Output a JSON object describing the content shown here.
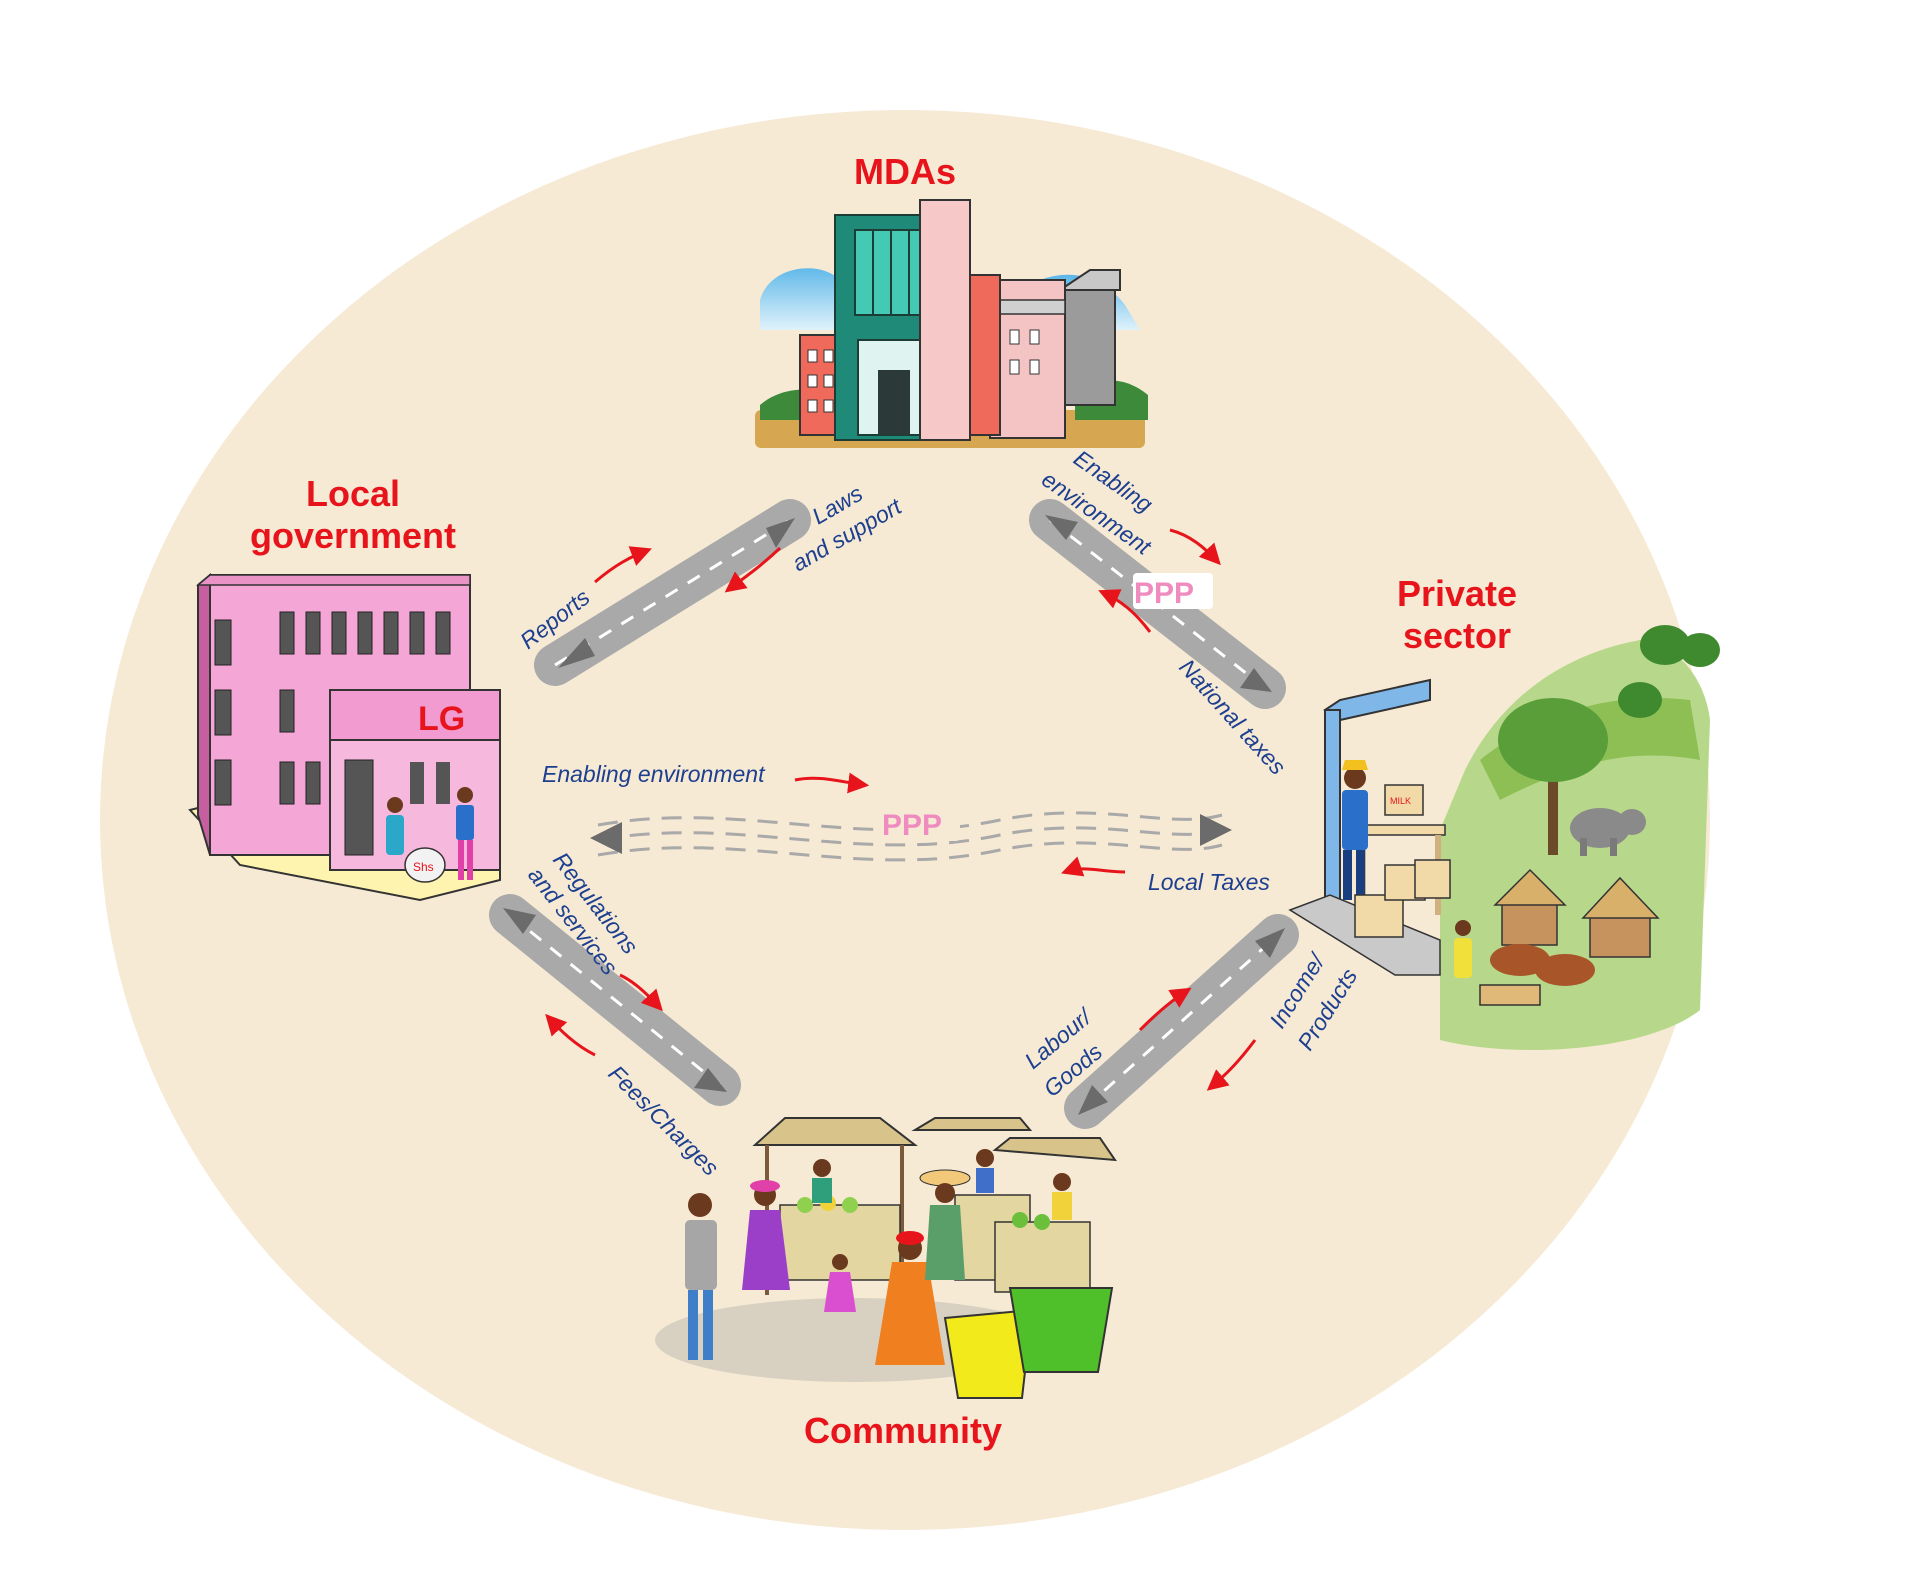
{
  "nodes": {
    "mdas": "MDAs",
    "local_government_line1": "Local",
    "local_government_line2": "government",
    "private_sector_line1": "Private",
    "private_sector_line2": "sector",
    "community": "Community"
  },
  "flows": {
    "laws_line1": "Laws",
    "laws_line2": "and support",
    "reports": "Reports",
    "enabling_top_line1": "Enabling",
    "enabling_top_line2": "environment",
    "national_taxes": "National taxes",
    "enabling_middle": "Enabling environment",
    "local_taxes": "Local Taxes",
    "regulations_line1": "Regulations",
    "regulations_line2": "and services",
    "fees_charges": "Fees/Charges",
    "labour_line1": "Labour/",
    "labour_line2": "Goods",
    "income_line1": "Income/",
    "income_line2": "Products"
  },
  "badges": {
    "ppp_top": "PPP",
    "ppp_middle": "PPP",
    "lg_sign": "LG",
    "cash_bag": "Shs",
    "milk_box": "MILK"
  },
  "colors": {
    "background_ellipse": "#f6ead5",
    "title_red": "#e8141b",
    "label_blue": "#1d3f8f",
    "road_gray": "#a9a9a9",
    "arrow_gray": "#6b6b6b",
    "ppp_pink": "#f08bbf"
  }
}
